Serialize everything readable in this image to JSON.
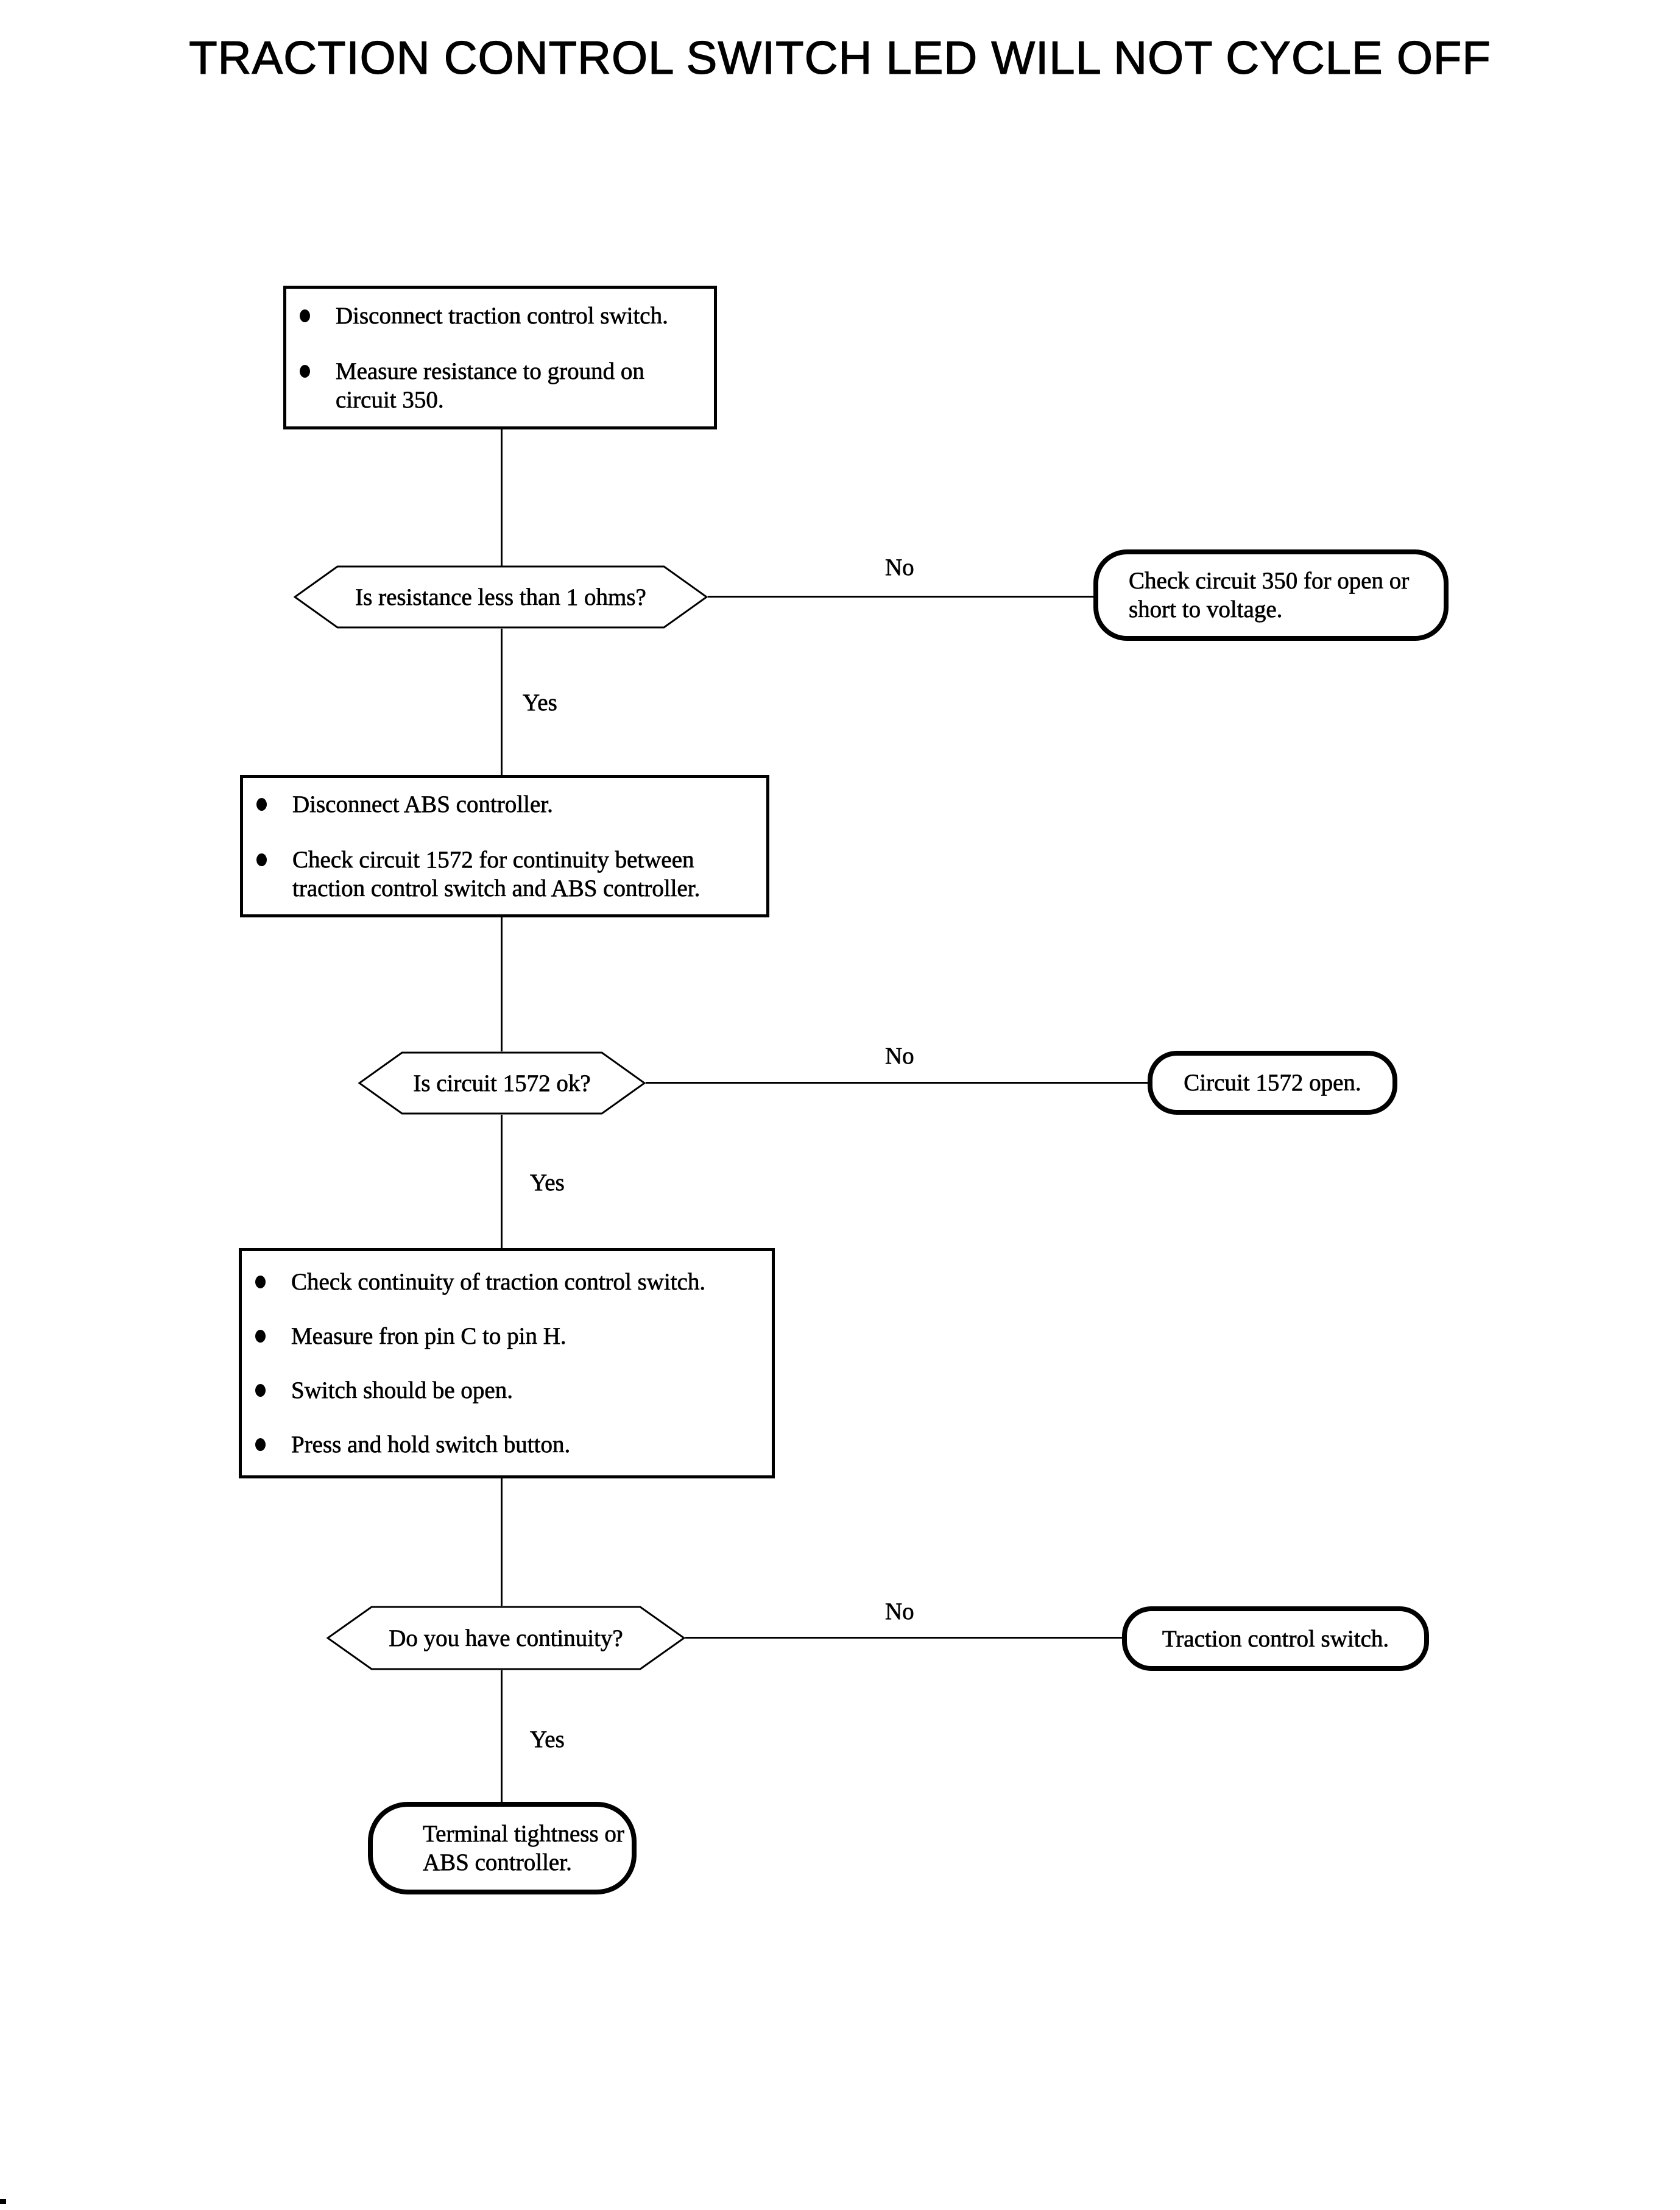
{
  "page": {
    "title": "TRACTION CONTROL SWITCH LED WILL NOT CYCLE OFF",
    "background_color": "#ffffff",
    "ink_color": "#000000"
  },
  "flow": {
    "step1": {
      "bullets": [
        "Disconnect traction control switch.",
        "Measure resistance to ground on circuit 350."
      ]
    },
    "decision1": {
      "question": "Is resistance less than 1 ohms?",
      "no": "No",
      "yes": "Yes"
    },
    "result1": {
      "text": "Check circuit 350 for open or short to voltage."
    },
    "step2": {
      "bullets": [
        "Disconnect ABS controller.",
        "Check circuit 1572 for continuity between traction control switch and ABS controller."
      ]
    },
    "decision2": {
      "question": "Is circuit 1572 ok?",
      "no": "No",
      "yes": "Yes"
    },
    "result2": {
      "text": "Circuit 1572 open."
    },
    "step3": {
      "bullets": [
        "Check continuity of traction control switch.",
        "Measure fron pin C to pin H.",
        "Switch should be open.",
        "Press and hold switch button."
      ]
    },
    "decision3": {
      "question": "Do you have continuity?",
      "no": "No",
      "yes": "Yes"
    },
    "result3": {
      "text": "Traction control switch."
    },
    "terminal": {
      "text": "Terminal tightness or ABS controller."
    }
  }
}
